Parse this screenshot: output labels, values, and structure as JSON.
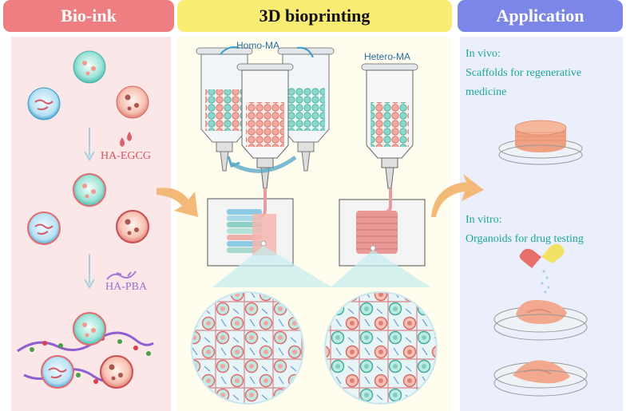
{
  "headers": {
    "bioink": "Bio-ink",
    "bioprinting": "3D  bioprinting",
    "application": "Application"
  },
  "bioink": {
    "step1_label": "HA-EGCG",
    "step2_label": "HA-PBA"
  },
  "bioprinting": {
    "homo_label": "Homo-MA",
    "hetero_label": "Hetero-MA"
  },
  "application": {
    "invivo_title": "In vivo:",
    "invivo_line1": "Scaffolds for regenerative",
    "invivo_line2": "medicine",
    "invitro_title": "In vitro:",
    "invitro_line1": "Organoids for drug testing"
  },
  "colors": {
    "pink_text": "#d4545e",
    "purple_text": "#9a6fd0",
    "teal_text": "#1aa89a",
    "teal_bead": "#7fd6c8",
    "pink_bead": "#f1a49c"
  }
}
